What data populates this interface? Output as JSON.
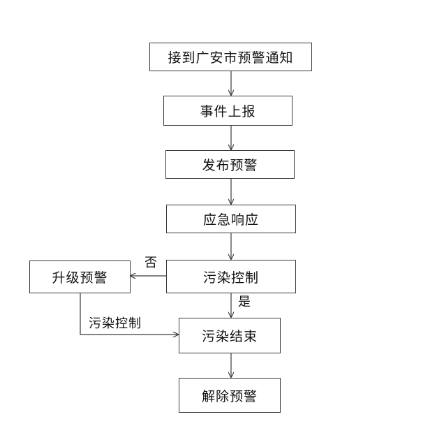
{
  "nodes": {
    "receive_notice": "接到广安市预警通知",
    "event_report": "事件上报",
    "issue_warning": "发布预警",
    "emergency_response": "应急响应",
    "pollution_control": "污染控制",
    "upgrade_warning": "升级预警",
    "pollution_end": "污染结束",
    "lift_warning": "解除预警"
  },
  "edge_labels": {
    "no": "否",
    "yes": "是",
    "upgrade_path": "污染控制"
  },
  "colors": {
    "line": "#3a3a3a",
    "text": "#111111",
    "background": "#ffffff"
  }
}
